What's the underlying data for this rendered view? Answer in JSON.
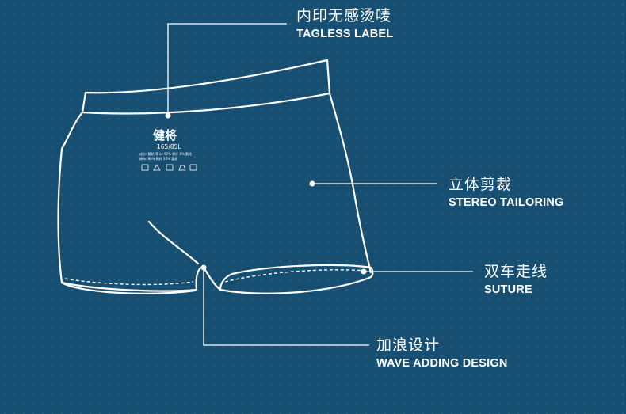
{
  "callouts": {
    "tagless": {
      "cn": "内印无感烫唛",
      "en": "TAGLESS LABEL"
    },
    "stereo": {
      "cn": "立体剪裁",
      "en": "STEREO TAILORING"
    },
    "suture": {
      "cn": "双车走线",
      "en": "SUTURE"
    },
    "wave": {
      "cn": "加浪设计",
      "en": "WAVE ADDING DESIGN"
    }
  },
  "printed_label": {
    "brand": "健将",
    "size": "165/85L",
    "line1": "成分: 氨纶(莱卡) 92% 棉纤 8% 氨纶",
    "line2": "棉布: 80% 棉纤 20% 氨纶"
  },
  "colors": {
    "background": "#174f73",
    "line": "#ffffff"
  }
}
